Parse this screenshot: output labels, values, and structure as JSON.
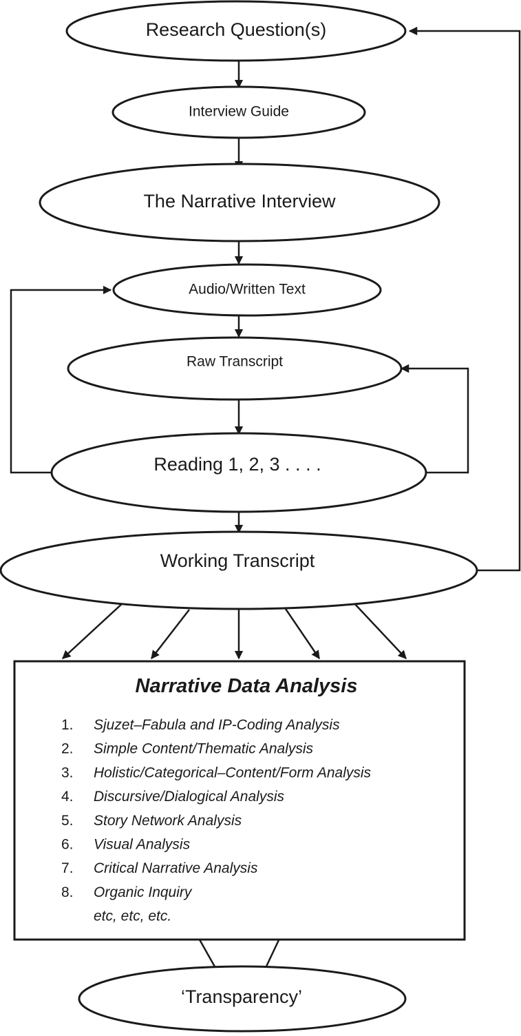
{
  "diagram": {
    "title": "Narrative research process flowchart",
    "nodes": [
      {
        "id": "research_question",
        "label": "Research Question(s)",
        "shape": "ellipse"
      },
      {
        "id": "interview_guide",
        "label": "Interview Guide",
        "shape": "ellipse"
      },
      {
        "id": "narrative_interview",
        "label": "The Narrative Interview",
        "shape": "ellipse"
      },
      {
        "id": "audio_written_text",
        "label": "Audio/Written  Text",
        "shape": "ellipse"
      },
      {
        "id": "raw_transcript",
        "label": "Raw Transcript",
        "shape": "ellipse"
      },
      {
        "id": "reading",
        "label": "Reading 1, 2, 3 . . . .",
        "shape": "ellipse"
      },
      {
        "id": "working_transcript",
        "label": "Working Transcript",
        "shape": "ellipse"
      },
      {
        "id": "transparency",
        "label": "‘Transparency’",
        "shape": "ellipse"
      }
    ],
    "analysis_box": {
      "id": "narrative_data_analysis",
      "title": "Narrative Data Analysis",
      "items": [
        {
          "num": "1.",
          "text": "Sjuzet–Fabula and IP-Coding Analysis"
        },
        {
          "num": "2.",
          "text": "Simple Content/Thematic Analysis"
        },
        {
          "num": "3.",
          "text": "Holistic/Categorical–Content/Form Analysis"
        },
        {
          "num": "4.",
          "text": "Discursive/Dialogical Analysis"
        },
        {
          "num": "5.",
          "text": "Story Network Analysis"
        },
        {
          "num": "6.",
          "text": "Visual Analysis"
        },
        {
          "num": "7.",
          "text": "Critical Narrative Analysis"
        },
        {
          "num": "8.",
          "text": "Organic Inquiry"
        },
        {
          "num": "",
          "text": "etc, etc, etc."
        }
      ]
    },
    "edges": [
      {
        "from": "research_question",
        "to": "interview_guide"
      },
      {
        "from": "interview_guide",
        "to": "narrative_interview"
      },
      {
        "from": "narrative_interview",
        "to": "audio_written_text"
      },
      {
        "from": "audio_written_text",
        "to": "raw_transcript"
      },
      {
        "from": "raw_transcript",
        "to": "reading"
      },
      {
        "from": "reading",
        "to": "audio_written_text",
        "type": "feedback-left"
      },
      {
        "from": "reading",
        "to": "raw_transcript",
        "type": "feedback-right"
      },
      {
        "from": "reading",
        "to": "working_transcript"
      },
      {
        "from": "working_transcript",
        "to": "research_question",
        "type": "feedback-right"
      },
      {
        "from": "working_transcript",
        "to": "narrative_data_analysis",
        "count": 5
      },
      {
        "from": "transparency",
        "to": "narrative_data_analysis",
        "count": 2
      }
    ]
  }
}
